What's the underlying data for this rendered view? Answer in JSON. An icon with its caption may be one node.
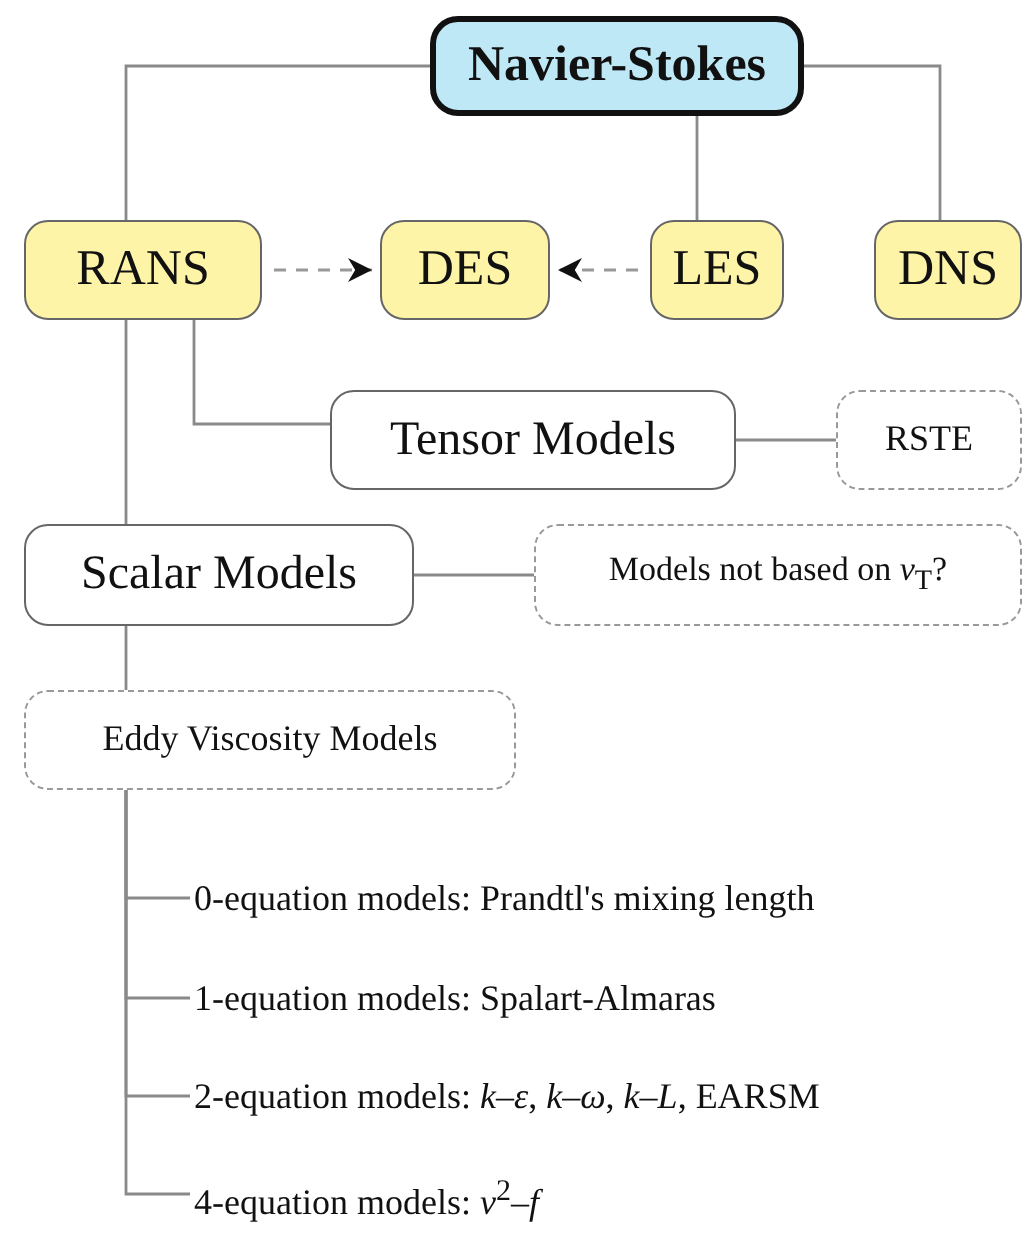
{
  "diagram": {
    "nodes": [
      {
        "text": [
          "Navier-Stokes"
        ]
      },
      {
        "text": [
          "RANS"
        ]
      },
      {
        "text": [
          "DES"
        ]
      },
      {
        "text": [
          "LES"
        ]
      },
      {
        "text": [
          "DNS"
        ]
      },
      {
        "text": [
          "Tensor Models"
        ]
      },
      {
        "text": [
          "RSTE"
        ]
      },
      {
        "text": [
          "Scalar Models"
        ]
      },
      {
        "text": [
          "Models not based on *ν*$_{T}$?"
        ]
      },
      {
        "text": [
          "Eddy Viscosity Models"
        ]
      },
      {
        "text": [
          "0-equation models: Prandtl's mixing length"
        ]
      },
      {
        "text": [
          "1-equation models: Spalart-Almaras"
        ]
      },
      {
        "text": [
          "2-equation models: *k*–*ε*, *k*–*ω*, *k*–*L*, EARSM"
        ]
      },
      {
        "text": [
          "4-equation models: *v*$^{2}$–*f*"
        ]
      }
    ],
    "edges": [
      {
        "from": 0,
        "to": 1,
        "arrow": "none"
      },
      {
        "from": 0,
        "to": 3,
        "arrow": "none"
      },
      {
        "from": 0,
        "to": 4,
        "arrow": "none"
      },
      {
        "from": 1,
        "to": 2,
        "arrow": "to",
        "style": "dashed"
      },
      {
        "from": 3,
        "to": 2,
        "arrow": "to",
        "style": "dashed"
      },
      {
        "from": 1,
        "to": 5,
        "arrow": "none"
      },
      {
        "from": 5,
        "to": 6,
        "arrow": "none"
      },
      {
        "from": 1,
        "to": 7,
        "arrow": "none"
      },
      {
        "from": 7,
        "to": 8,
        "arrow": "none"
      },
      {
        "from": 7,
        "to": 9,
        "arrow": "none"
      },
      {
        "from": 9,
        "to": 10,
        "arrow": "none"
      },
      {
        "from": 9,
        "to": 11,
        "arrow": "none"
      },
      {
        "from": 9,
        "to": 12,
        "arrow": "none"
      },
      {
        "from": 9,
        "to": 13,
        "arrow": "none"
      }
    ]
  }
}
